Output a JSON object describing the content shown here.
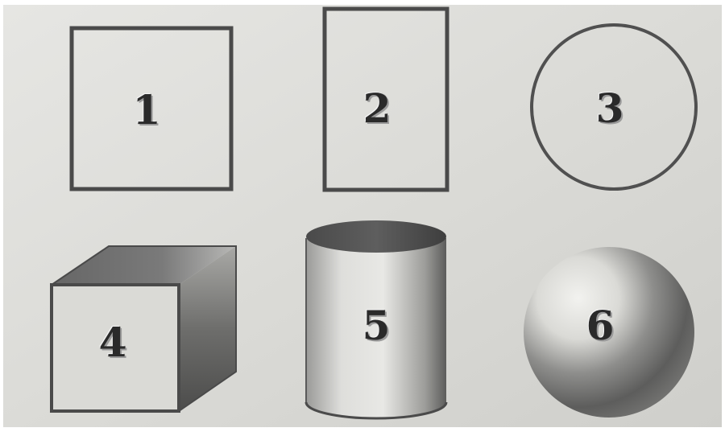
{
  "figures": [
    {
      "id": "square",
      "label": "1"
    },
    {
      "id": "rectangle",
      "label": "2"
    },
    {
      "id": "circle",
      "label": "3"
    },
    {
      "id": "cube",
      "label": "4"
    },
    {
      "id": "cylinder",
      "label": "5"
    },
    {
      "id": "sphere",
      "label": "6"
    }
  ],
  "colors": {
    "paper": "#dcdcd8",
    "outline": "#4a4a4a",
    "shade_dark": "#5a5a5a",
    "label": "#2a2a2a"
  }
}
